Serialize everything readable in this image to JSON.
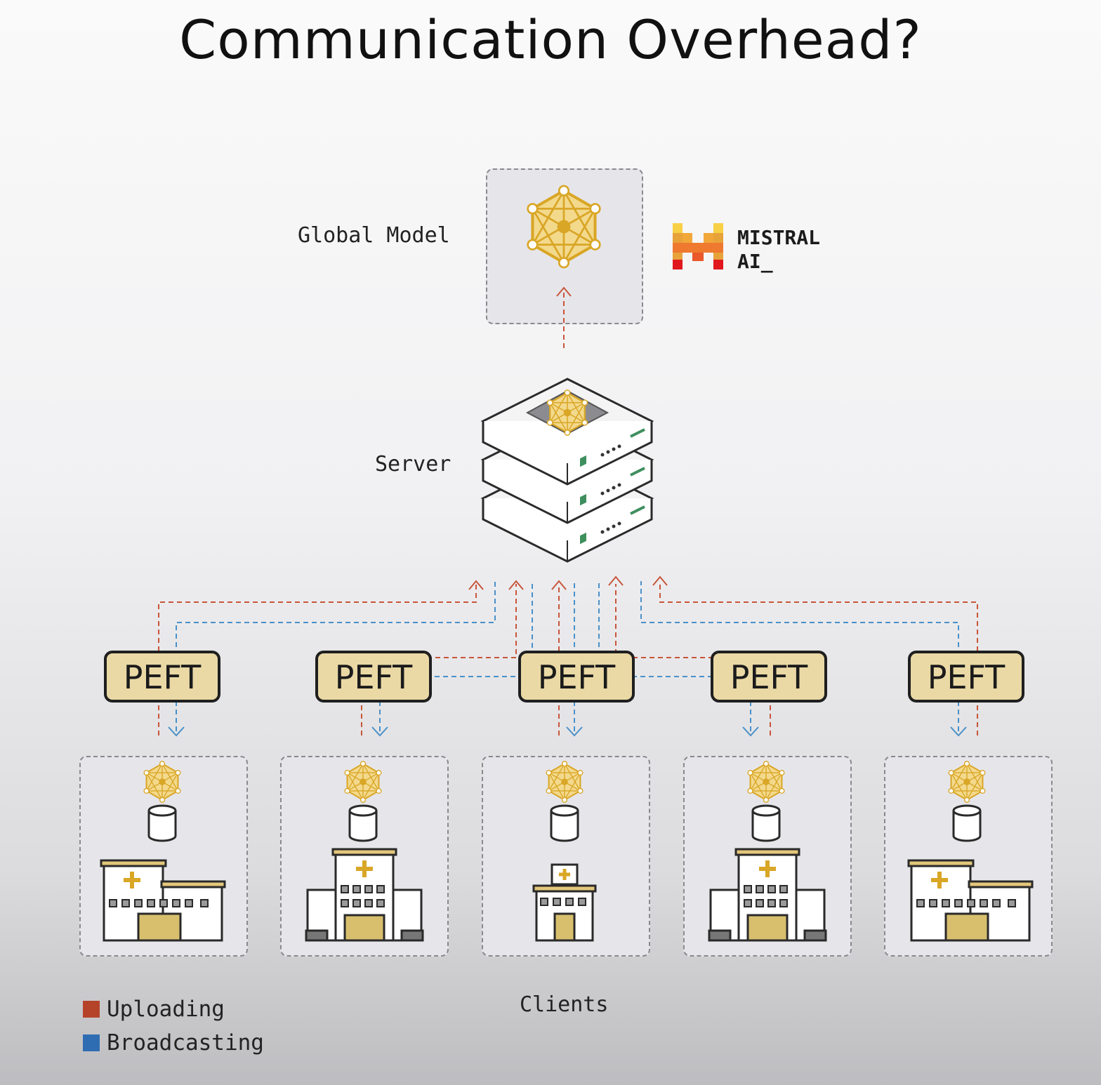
{
  "title": "Communication Overhead?",
  "labels": {
    "global_model": "Global Model",
    "server": "Server",
    "clients": "Clients"
  },
  "brand": {
    "line1": "MISTRAL",
    "line2": "AI_"
  },
  "peft_label": "PEFT",
  "pefts": [
    "PEFT",
    "PEFT",
    "PEFT",
    "PEFT",
    "PEFT"
  ],
  "legend": [
    {
      "label": "Uploading",
      "color": "#b5432a"
    },
    {
      "label": "Broadcasting",
      "color": "#2f6db3"
    }
  ],
  "colors": {
    "upload": "#c8553a",
    "broadcast": "#4a90c8",
    "gold": "#e0b33f",
    "peft_fill": "#ead9a5"
  },
  "icons": [
    "network-icon",
    "server-icon",
    "database-icon",
    "hospital-icon",
    "mistral-logo"
  ]
}
